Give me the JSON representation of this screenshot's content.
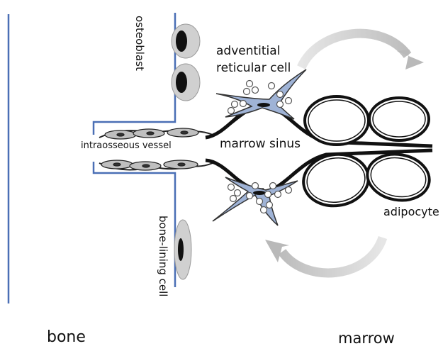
{
  "labels": {
    "osteoblast": "osteoblast",
    "adventitial_line1": "adventitial",
    "adventitial_line2": "reticular cell",
    "intraosseous_vessel": "intraosseous vessel",
    "marrow_sinus": "marrow sinus",
    "adipocyte": "adipocyte",
    "bone_lining_cell": "bone-lining cell",
    "bone": "bone",
    "marrow": "marrow"
  },
  "colors": {
    "bone_line": "#4a6fb5",
    "reticular_fill": "#9fb3d6",
    "cell_gray": "#cfcfcf",
    "arrow_gray": "#c9c9c9",
    "outline": "#111111"
  }
}
